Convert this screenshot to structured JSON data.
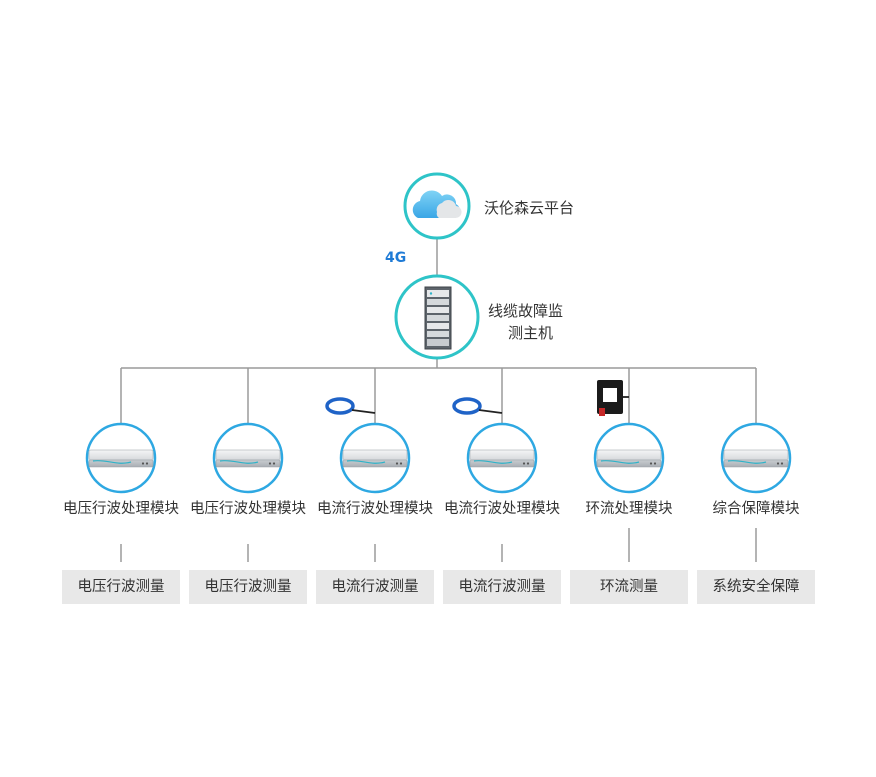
{
  "cloud": {
    "label": "沃伦森云平台",
    "icon": "cloud-icon"
  },
  "link": {
    "label": "4G"
  },
  "host": {
    "label_line1": "线缆故障监",
    "label_line2": "测主机",
    "icon": "server-rack-icon"
  },
  "colors": {
    "ring": "#2ec4c8",
    "ring_blue": "#27a9e6",
    "line": "#9a9a9a",
    "link_text": "#1f7bd6",
    "box_bg": "#e8e8e8"
  },
  "modules": [
    {
      "label": "电压行波处理模块",
      "measurement": "电压行波测量",
      "sensor": "none"
    },
    {
      "label": "电压行波处理模块",
      "measurement": "电压行波测量",
      "sensor": "none"
    },
    {
      "label": "电流行波处理模块",
      "measurement": "电流行波测量",
      "sensor": "rogowski-coil"
    },
    {
      "label": "电流行波处理模块",
      "measurement": "电流行波测量",
      "sensor": "rogowski-coil"
    },
    {
      "label": "环流处理模块",
      "measurement": "环流测量",
      "sensor": "ct-clamp"
    },
    {
      "label": "综合保障模块",
      "measurement": "系统安全保障",
      "sensor": "none"
    }
  ]
}
